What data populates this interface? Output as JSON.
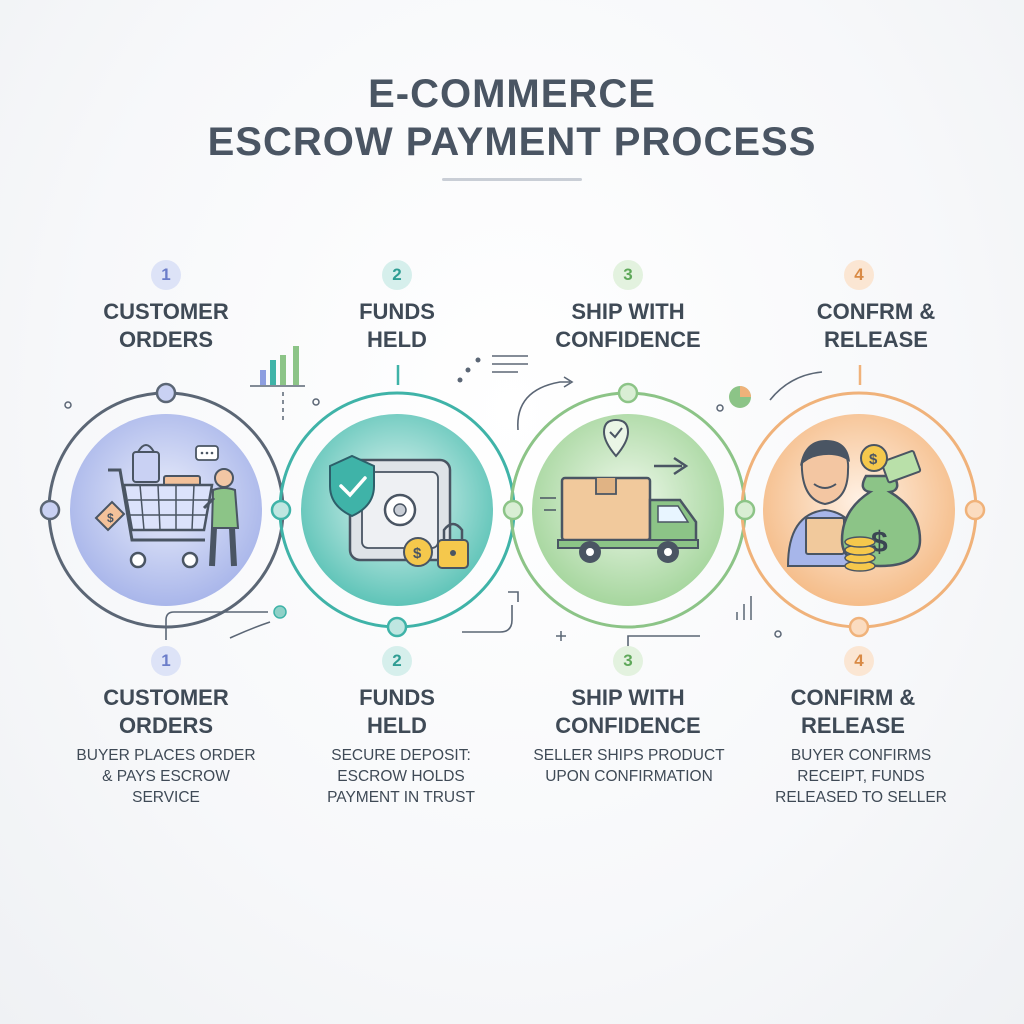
{
  "title": {
    "line1": "E-COMMERCE",
    "line2": "ESCROW PAYMENT PROCESS"
  },
  "colors": {
    "step1": "#8d9ee0",
    "step2": "#3fb3a8",
    "step3": "#8cc487",
    "step4": "#f0b27a",
    "text": "#3f4a56",
    "connector": "#5b6675"
  },
  "steps": [
    {
      "number": "1",
      "title_top": [
        "CUSTOMER",
        "ORDERS"
      ],
      "title_bottom": [
        "CUSTOMER",
        "ORDERS"
      ],
      "description": [
        "BUYER PLACES ORDER",
        "& PAYS ESCROW",
        "SERVICE"
      ],
      "icon": "shopping-cart-icon"
    },
    {
      "number": "2",
      "title_top": [
        "FUNDS",
        "HELD"
      ],
      "title_bottom": [
        "FUNDS",
        "HELD"
      ],
      "description": [
        "SECURE DEPOSIT:",
        "ESCROW HOLDS",
        "PAYMENT IN TRUST"
      ],
      "icon": "safe-shield-icon"
    },
    {
      "number": "3",
      "title_top": [
        "SHIP WITH",
        "CONFIDENCE"
      ],
      "title_bottom": [
        "SHIP WITH",
        "CONFIDENCE"
      ],
      "description": [
        "SELLER SHIPS PRODUCT",
        "UPON CONFIRMATION"
      ],
      "icon": "delivery-truck-icon"
    },
    {
      "number": "4",
      "title_top": [
        "CONFRM &",
        "RELEASE"
      ],
      "title_bottom": [
        "CONFIRM &",
        "RELEASE"
      ],
      "description": [
        "BUYER CONFIRMS",
        "RECEIPT, FUNDS",
        "RELEASED TO SELLER"
      ],
      "icon": "money-bag-icon"
    }
  ],
  "badges": {
    "coin_symbol": "$"
  }
}
